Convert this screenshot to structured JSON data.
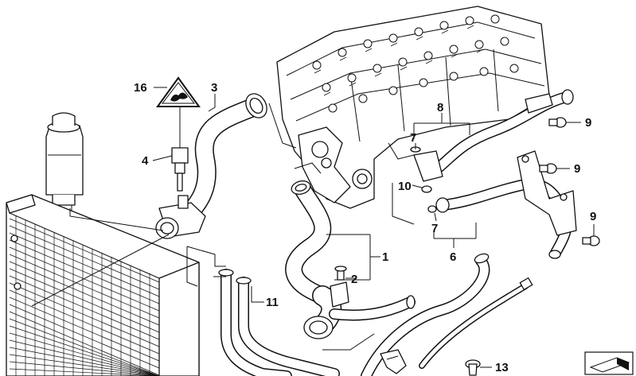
{
  "callouts": [
    {
      "id": "c1",
      "text": "1"
    },
    {
      "id": "c2",
      "text": "2"
    },
    {
      "id": "c3",
      "text": "3"
    },
    {
      "id": "c4",
      "text": "4"
    },
    {
      "id": "c6",
      "text": "6"
    },
    {
      "id": "c7a",
      "text": "7"
    },
    {
      "id": "c7b",
      "text": "7"
    },
    {
      "id": "c8",
      "text": "8"
    },
    {
      "id": "c9a",
      "text": "9"
    },
    {
      "id": "c9b",
      "text": "9"
    },
    {
      "id": "c9c",
      "text": "9"
    },
    {
      "id": "c10",
      "text": "10"
    },
    {
      "id": "c11",
      "text": "11"
    },
    {
      "id": "c13",
      "text": "13"
    },
    {
      "id": "c16",
      "text": "16"
    }
  ],
  "icons": {
    "warning_sign": "warning-triangle-icon",
    "corner_marker": "page-corner-marker-icon"
  }
}
